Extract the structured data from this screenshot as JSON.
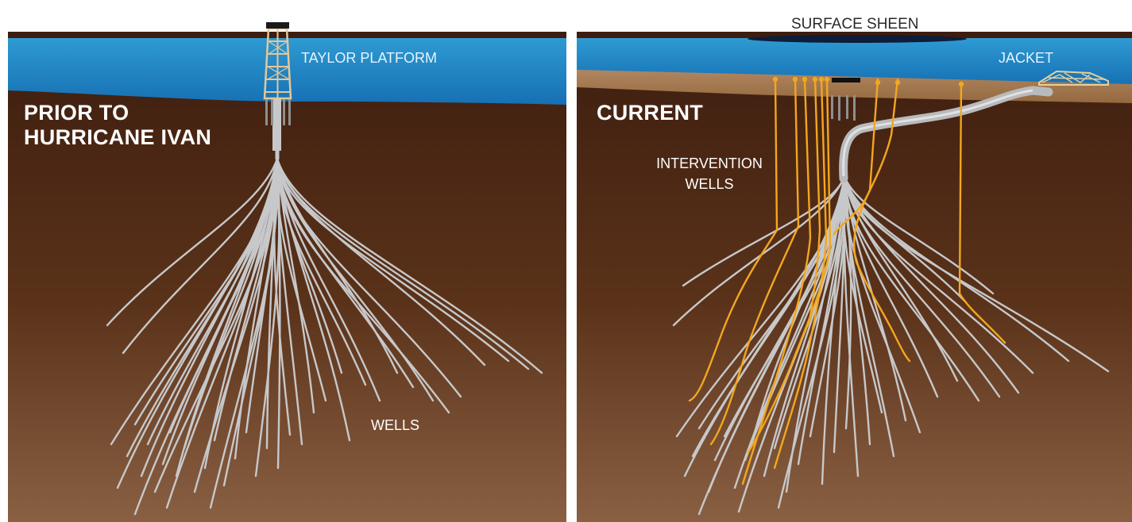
{
  "panels": {
    "left": {
      "title_line1": "PRIOR TO",
      "title_line2": "HURRICANE IVAN"
    },
    "right": {
      "title": "CURRENT"
    }
  },
  "labels": {
    "taylor_platform": "TAYLOR PLATFORM",
    "wells": "WELLS",
    "surface_sheen": "SURFACE SHEEN",
    "jacket": "JACKET",
    "intervention_line1": "INTERVENTION",
    "intervention_line2": "WELLS"
  },
  "colors": {
    "water_top": "#2e9ad2",
    "water_bottom": "#1670b4",
    "ground_top": "#3d1d0f",
    "ground_bottom": "#8a6043",
    "mud_line": "#a57a54",
    "wells": "#c7c8ca",
    "intervention_wells": "#f2a71e",
    "sheen": "#0d1d3a",
    "label": "#ffffff"
  }
}
